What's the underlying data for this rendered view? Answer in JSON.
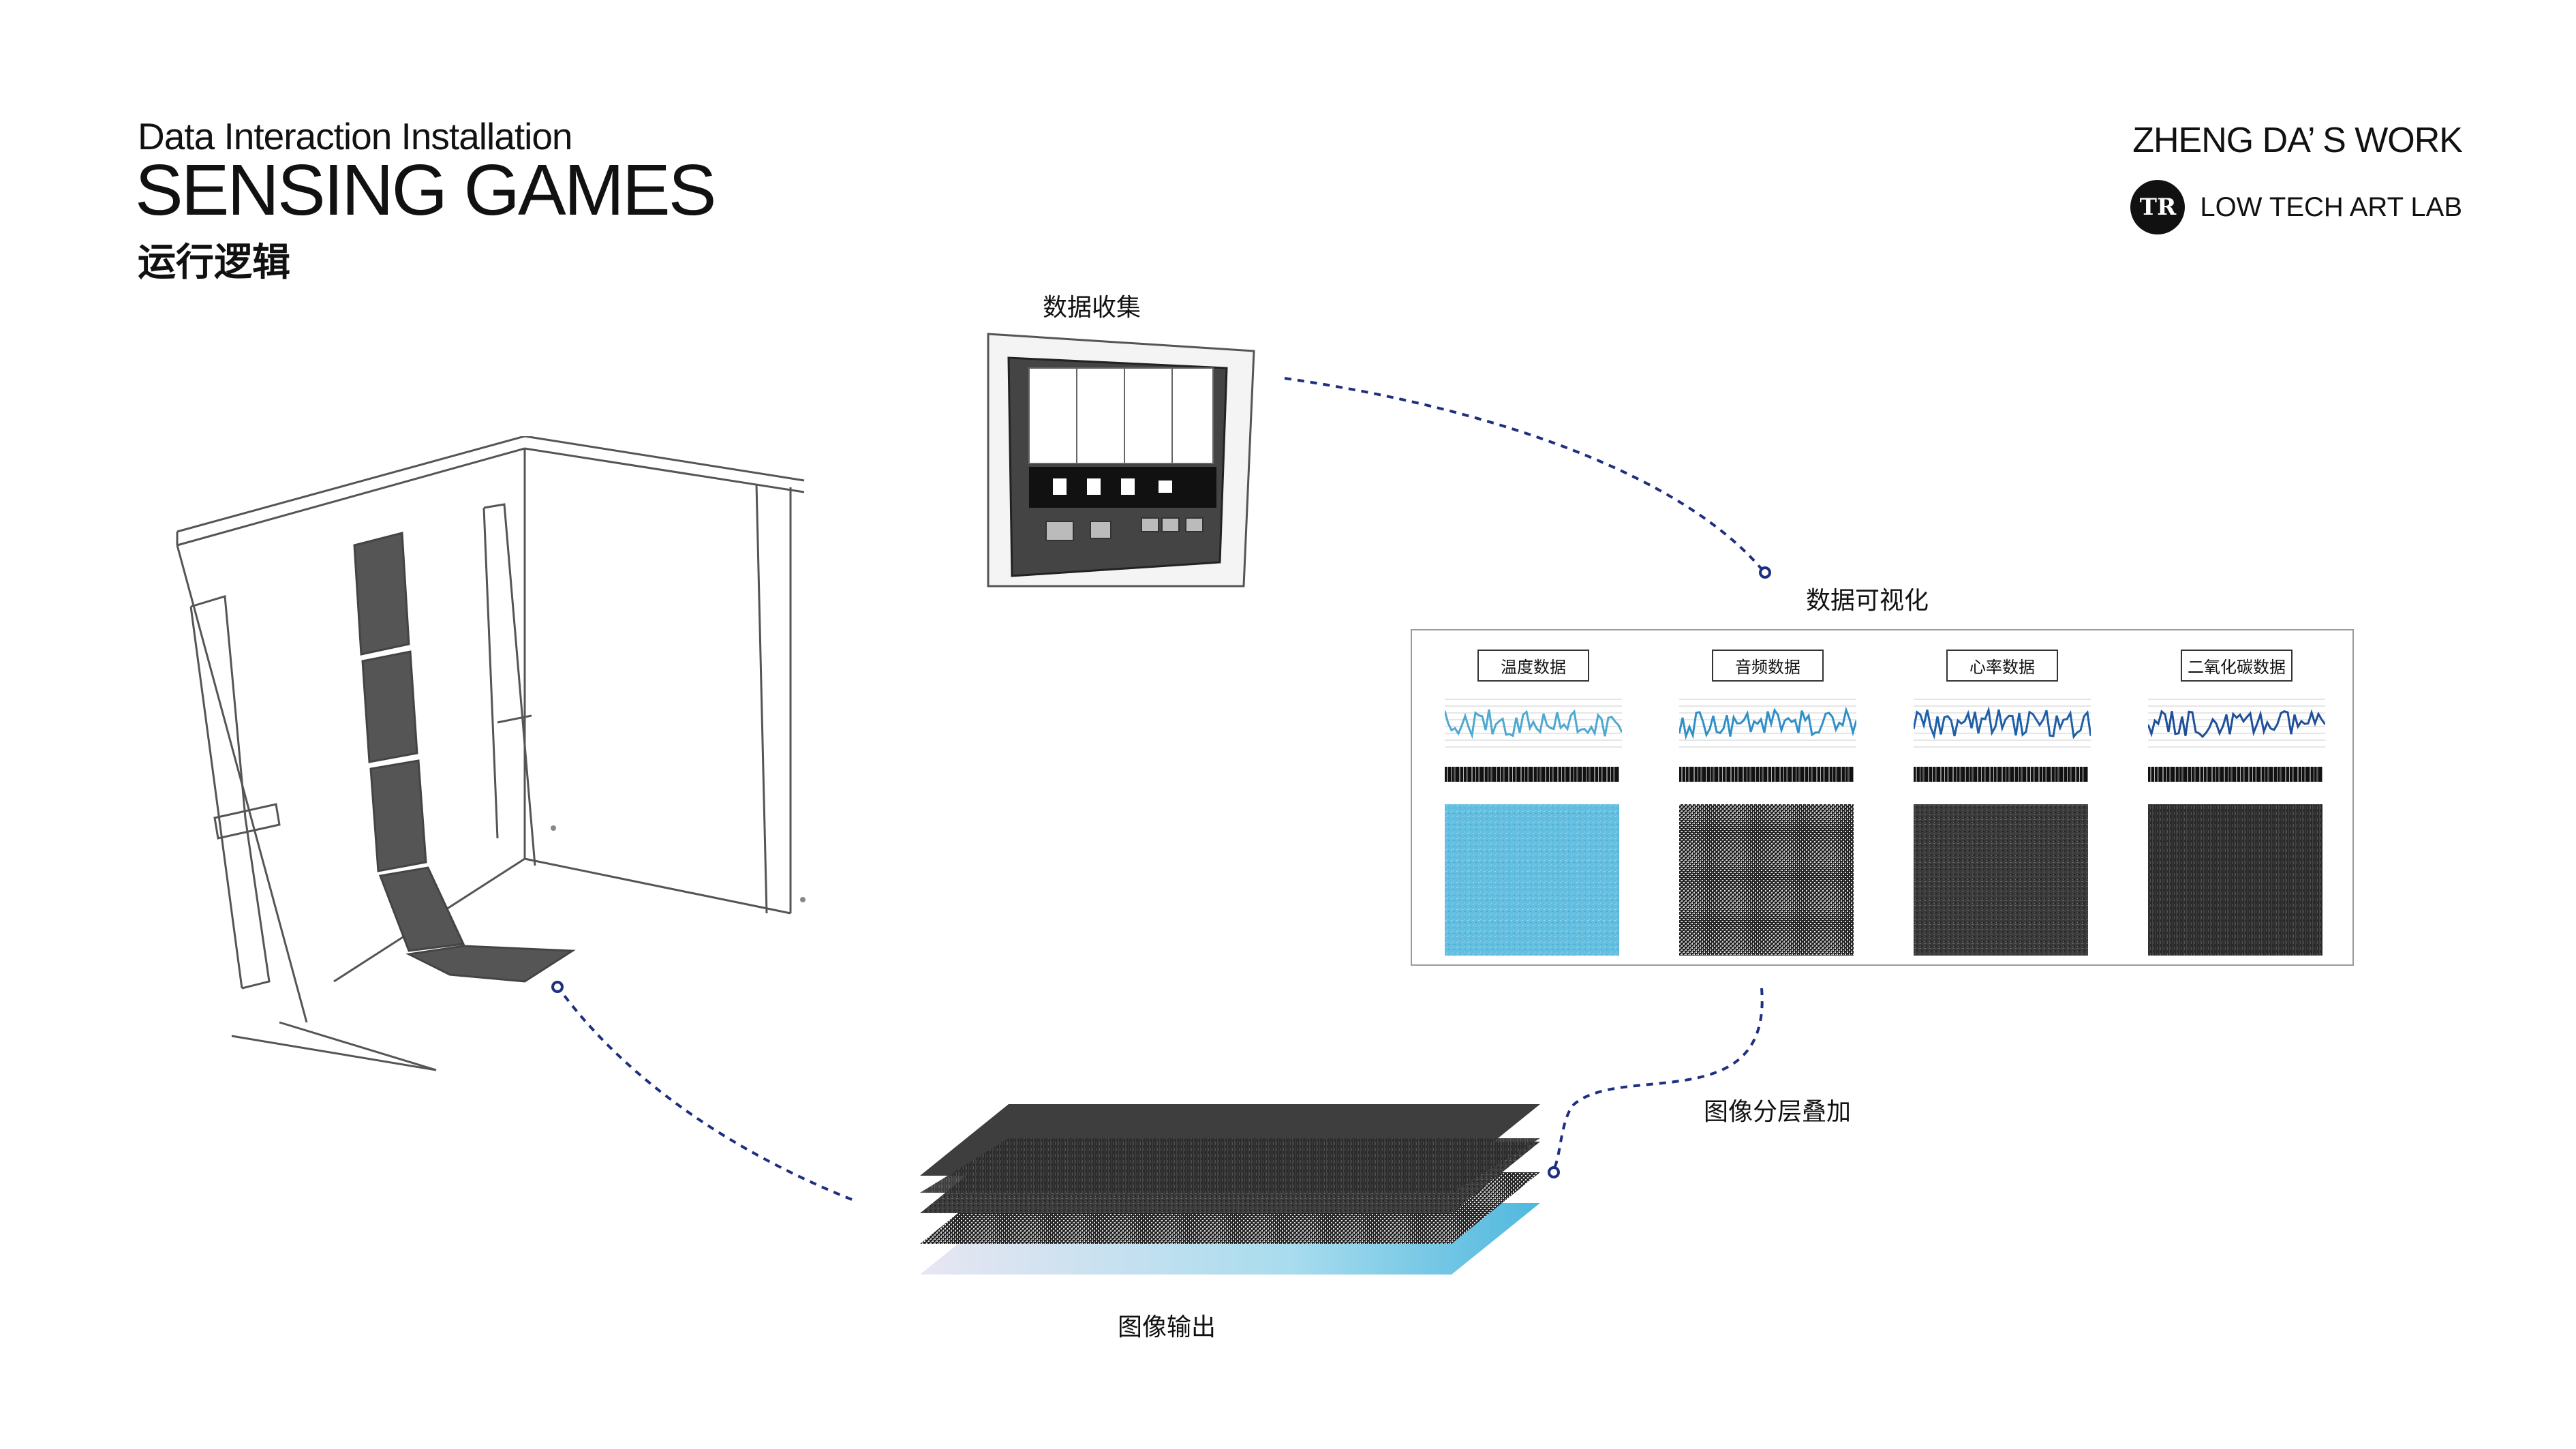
{
  "header": {
    "subtitle": "Data Interaction Installation",
    "title": "SENSING GAMES",
    "cn_title": "运行逻辑",
    "author": "ZHENG DA’ S WORK",
    "lab_name": "LOW TECH ART LAB"
  },
  "steps": {
    "collect": "数据收集",
    "visualize": "数据可视化",
    "layer": "图像分层叠加",
    "output": "图像输出"
  },
  "visualization": {
    "columns": [
      {
        "label": "温度数据",
        "wave_color": "#4fa8d0",
        "texture": "light-blue-noise"
      },
      {
        "label": "音频数据",
        "wave_color": "#2f8fc8",
        "texture": "black-white-noise"
      },
      {
        "label": "心率数据",
        "wave_color": "#1e5fa8",
        "texture": "dark-grey-noise"
      },
      {
        "label": "二氧化碳数据",
        "wave_color": "#1e4f98",
        "texture": "dark-streak-noise"
      }
    ]
  },
  "colors": {
    "connector": "#1e2f80",
    "panel_border": "#9a9a9a"
  }
}
